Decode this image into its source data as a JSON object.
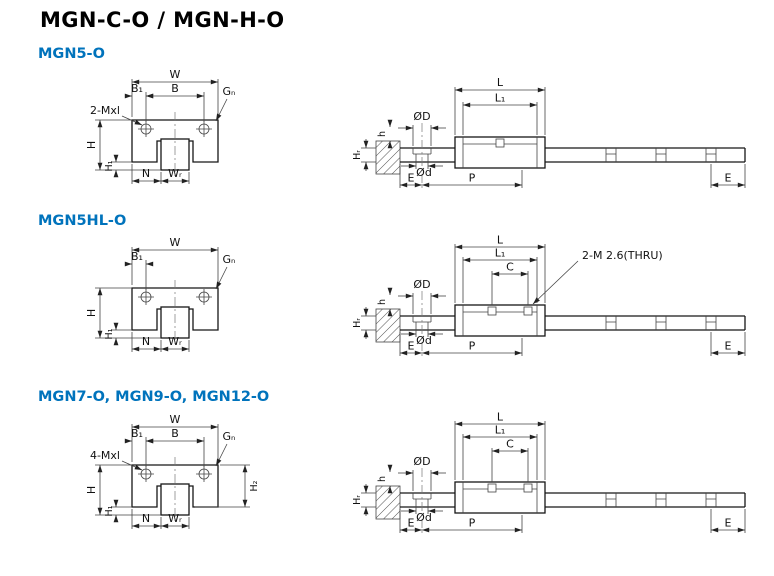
{
  "page": {
    "title": "MGN-C-O / MGN-H-O"
  },
  "colors": {
    "accent": "#0073BC",
    "line": "#161616"
  },
  "sections": [
    {
      "name": "MGN5-O",
      "cross": {
        "w": "W",
        "b1": "B₁",
        "b": "B",
        "gn": "Gₙ",
        "screw": "2-Mxl",
        "h": "H",
        "h1": "H₁",
        "n": "N",
        "wr": "Wᵣ"
      },
      "side": {
        "l": "L",
        "l1": "L₁",
        "od": "ØD",
        "hole_h": "h",
        "hr": "Hᵣ",
        "od_small": "Ød",
        "e_left": "E",
        "p": "P",
        "e_right": "E"
      }
    },
    {
      "name": "MGN5HL-O",
      "cross": {
        "w": "W",
        "b1": "B₁",
        "gn": "Gₙ",
        "h": "H",
        "h1": "H₁",
        "n": "N",
        "wr": "Wᵣ"
      },
      "side": {
        "l": "L",
        "l1": "L₁",
        "c": "C",
        "callout": "2-M 2.6(THRU)",
        "od": "ØD",
        "hole_h": "h",
        "hr": "Hᵣ",
        "od_small": "Ød",
        "e_left": "E",
        "p": "P",
        "e_right": "E"
      }
    },
    {
      "name": "MGN7-O, MGN9-O, MGN12-O",
      "cross": {
        "w": "W",
        "b1": "B₁",
        "b": "B",
        "gn": "Gₙ",
        "screw": "4-Mxl",
        "h": "H",
        "h1": "H₁",
        "h2": "H₂",
        "n": "N",
        "wr": "Wᵣ"
      },
      "side": {
        "l": "L",
        "l1": "L₁",
        "c": "C",
        "od": "ØD",
        "hole_h": "h",
        "hr": "Hᵣ",
        "od_small": "Ød",
        "e_left": "E",
        "p": "P",
        "e_right": "E"
      }
    }
  ]
}
